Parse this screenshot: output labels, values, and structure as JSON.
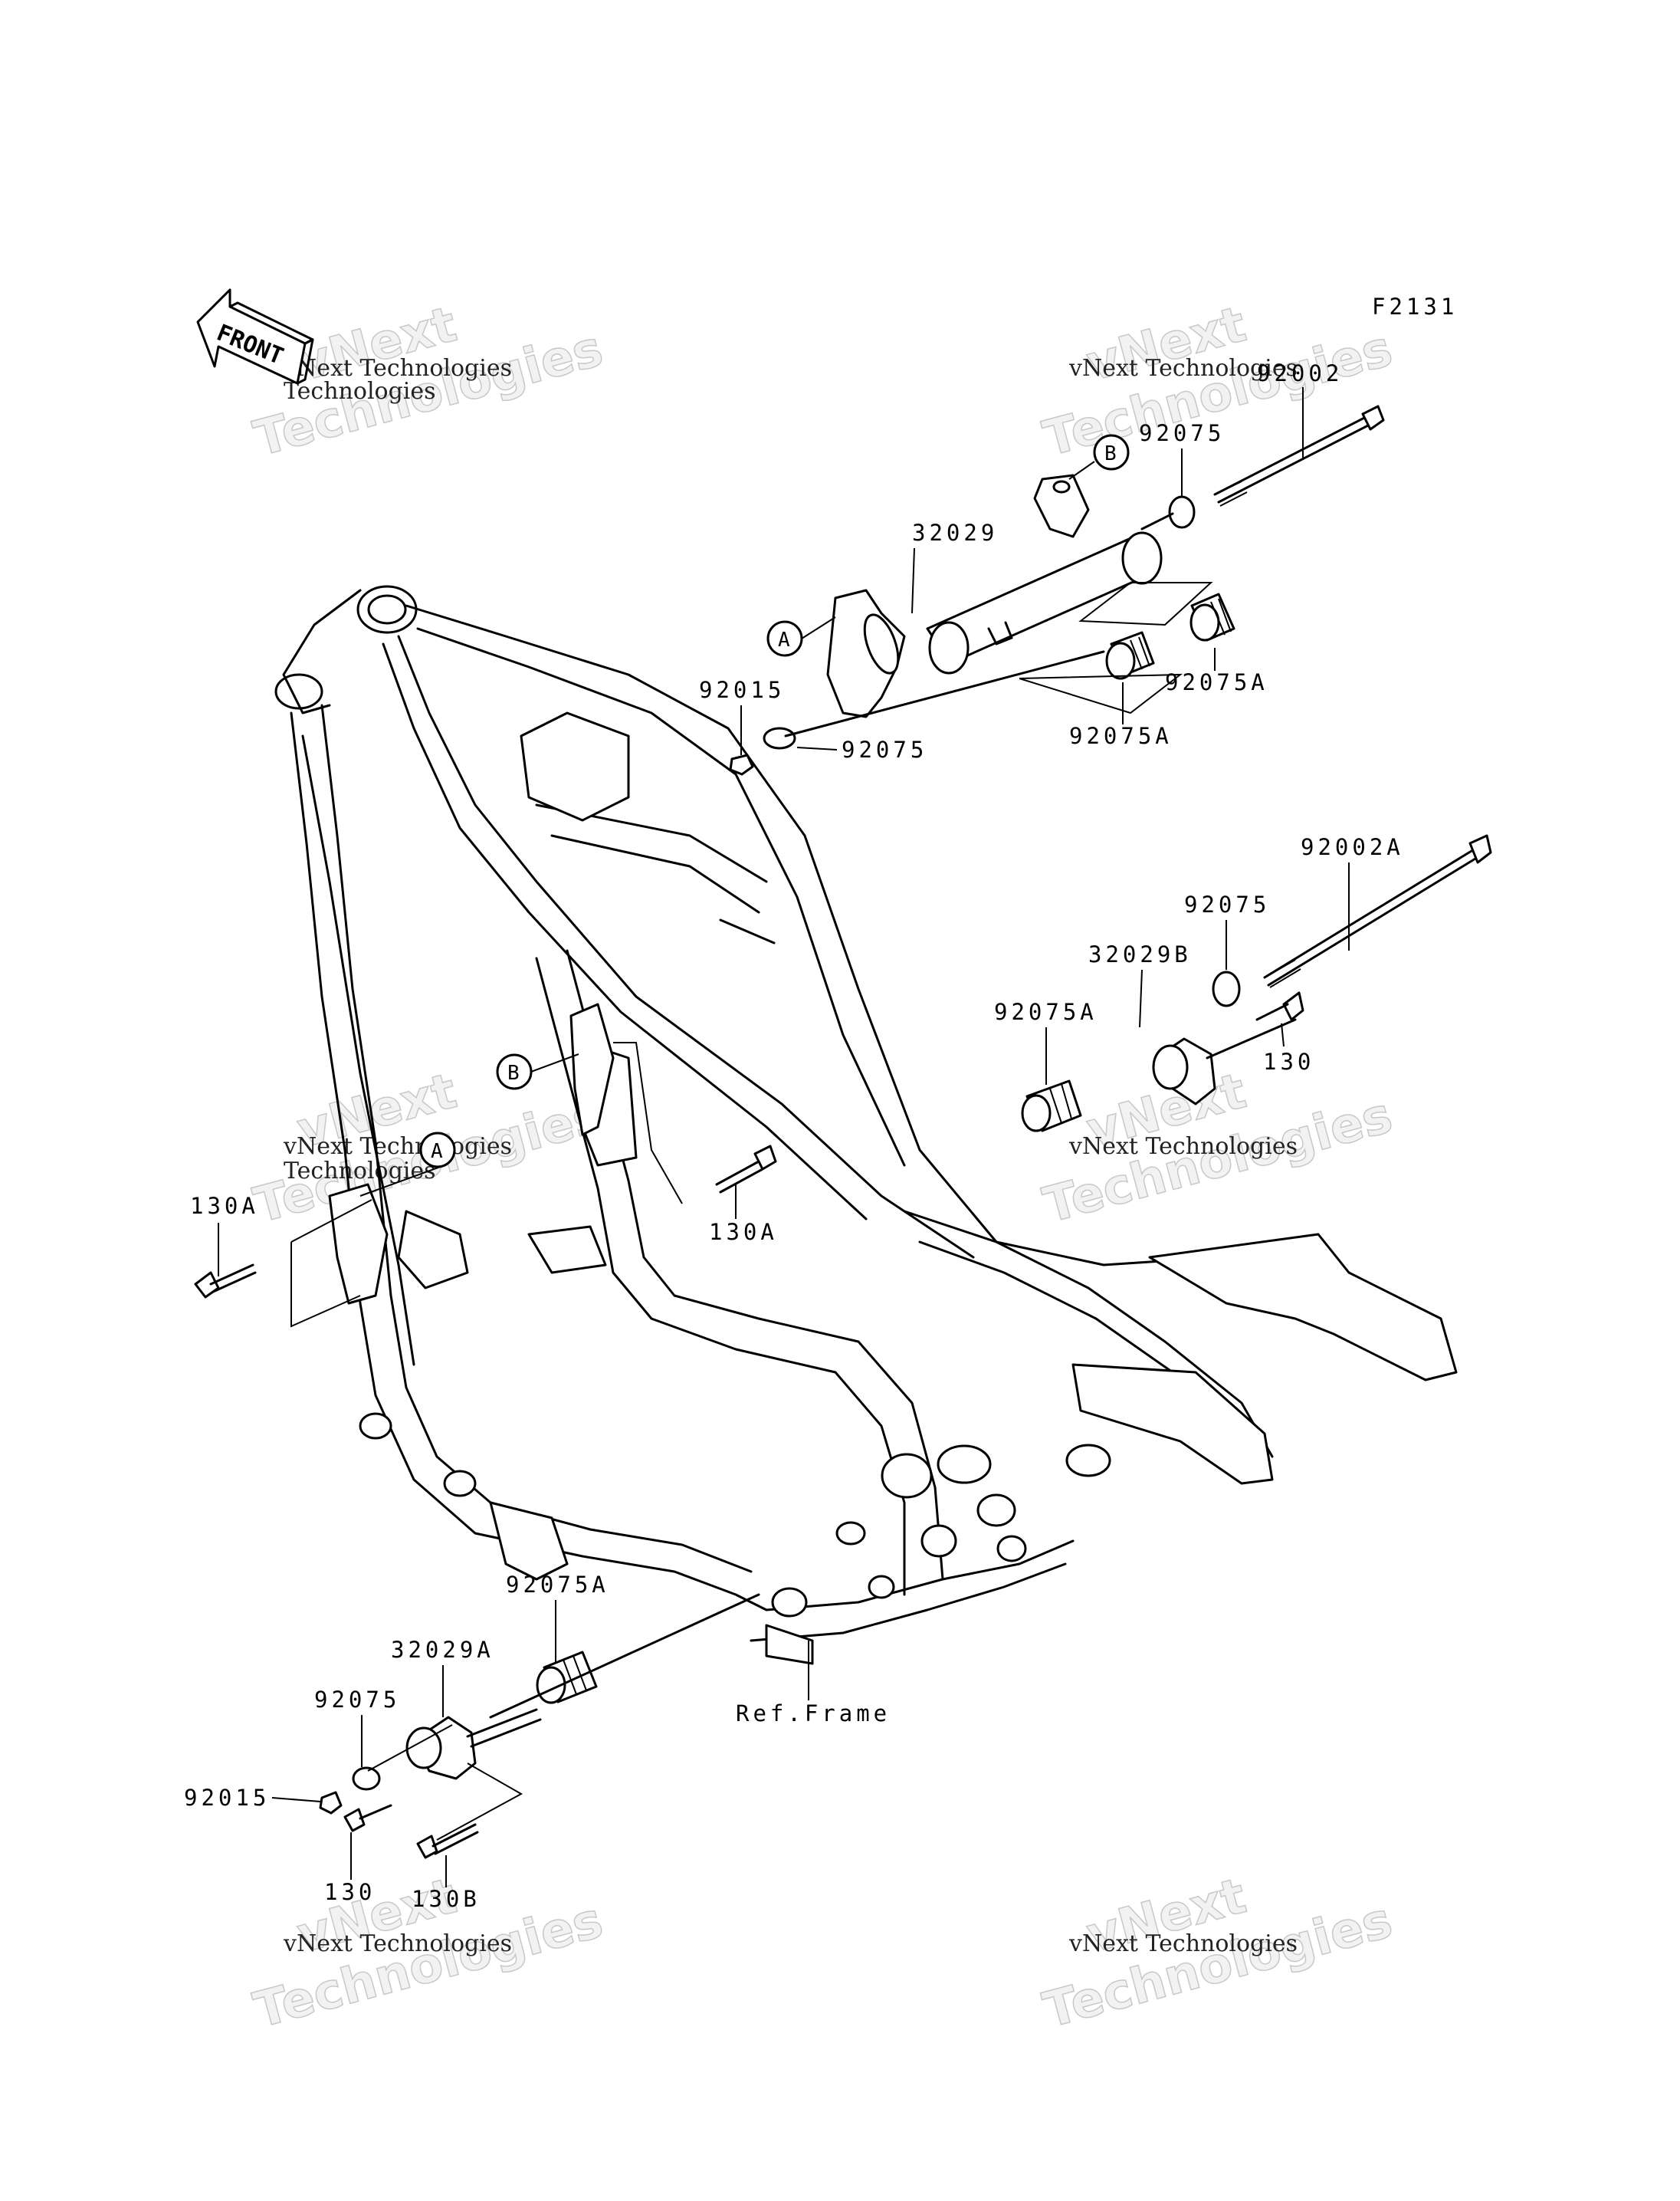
{
  "figure_code": "F2131",
  "front_arrow_label": "FRONT",
  "watermark": {
    "line1": "vNext",
    "line2": "Technologies",
    "caption": "vNext Technologies"
  },
  "callouts": {
    "A": "A",
    "B": "B"
  },
  "part_labels": {
    "p92002": "92002",
    "p92075_top": "92075",
    "p32029": "32029",
    "p92015_top": "92015",
    "p92075_mid": "92075",
    "p92075A_right": "92075A",
    "p92075A_left": "92075A",
    "p92002A": "92002A",
    "p92075_right": "92075",
    "p32029B": "32029B",
    "p92075A_b": "92075A",
    "p130_right": "130",
    "p130A_left": "130A",
    "p130A_center": "130A",
    "p92075A_bottom": "92075A",
    "p32029A": "32029A",
    "p92075_bottom": "92075",
    "p92015_bottom": "92015",
    "p130_bottom": "130",
    "p130B": "130B",
    "ref_frame": "Ref.Frame"
  }
}
